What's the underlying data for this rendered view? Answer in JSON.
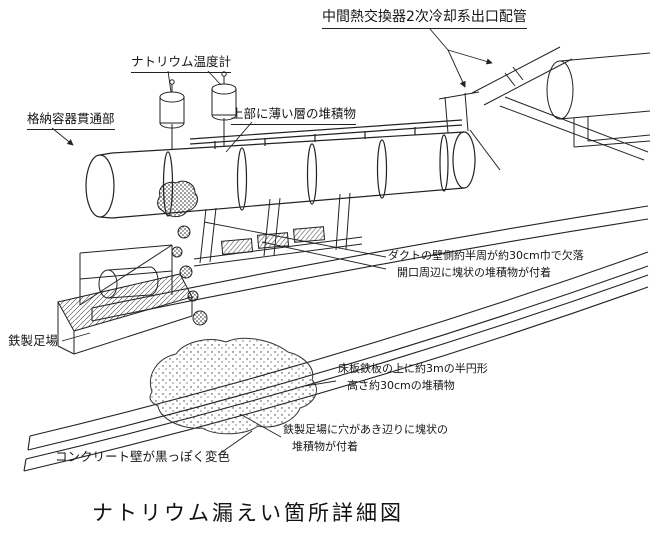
{
  "colors": {
    "ink": "#1a1a1a",
    "background": "#ffffff"
  },
  "diagram": {
    "title": "ナトリウム漏えい箇所詳細図",
    "labels": {
      "outlet_piping": "中間熱交換器2次冷却系出口配管",
      "sodium_thermometer": "ナトリウム温度計",
      "thin_deposit_top": "上部に薄い層の堆積物",
      "containment_penetration": "格納容器貫通部",
      "duct_missing_line1": "ダクトの壁側約半周が約30cm巾で欠落",
      "duct_missing_line2": "開口周辺に塊状の堆積物が付着",
      "steel_scaffold": "鉄製足場",
      "floor_deposit_line1": "床板鉄板の上に約3mの半円形",
      "floor_deposit_line2": "高さ約30cmの堆積物",
      "scaffold_hole_line1": "鉄製足場に穴があき辺りに塊状の",
      "scaffold_hole_line2": "堆積物が付着",
      "concrete_discolored": "コンクリート壁が黒っぽく変色"
    }
  }
}
